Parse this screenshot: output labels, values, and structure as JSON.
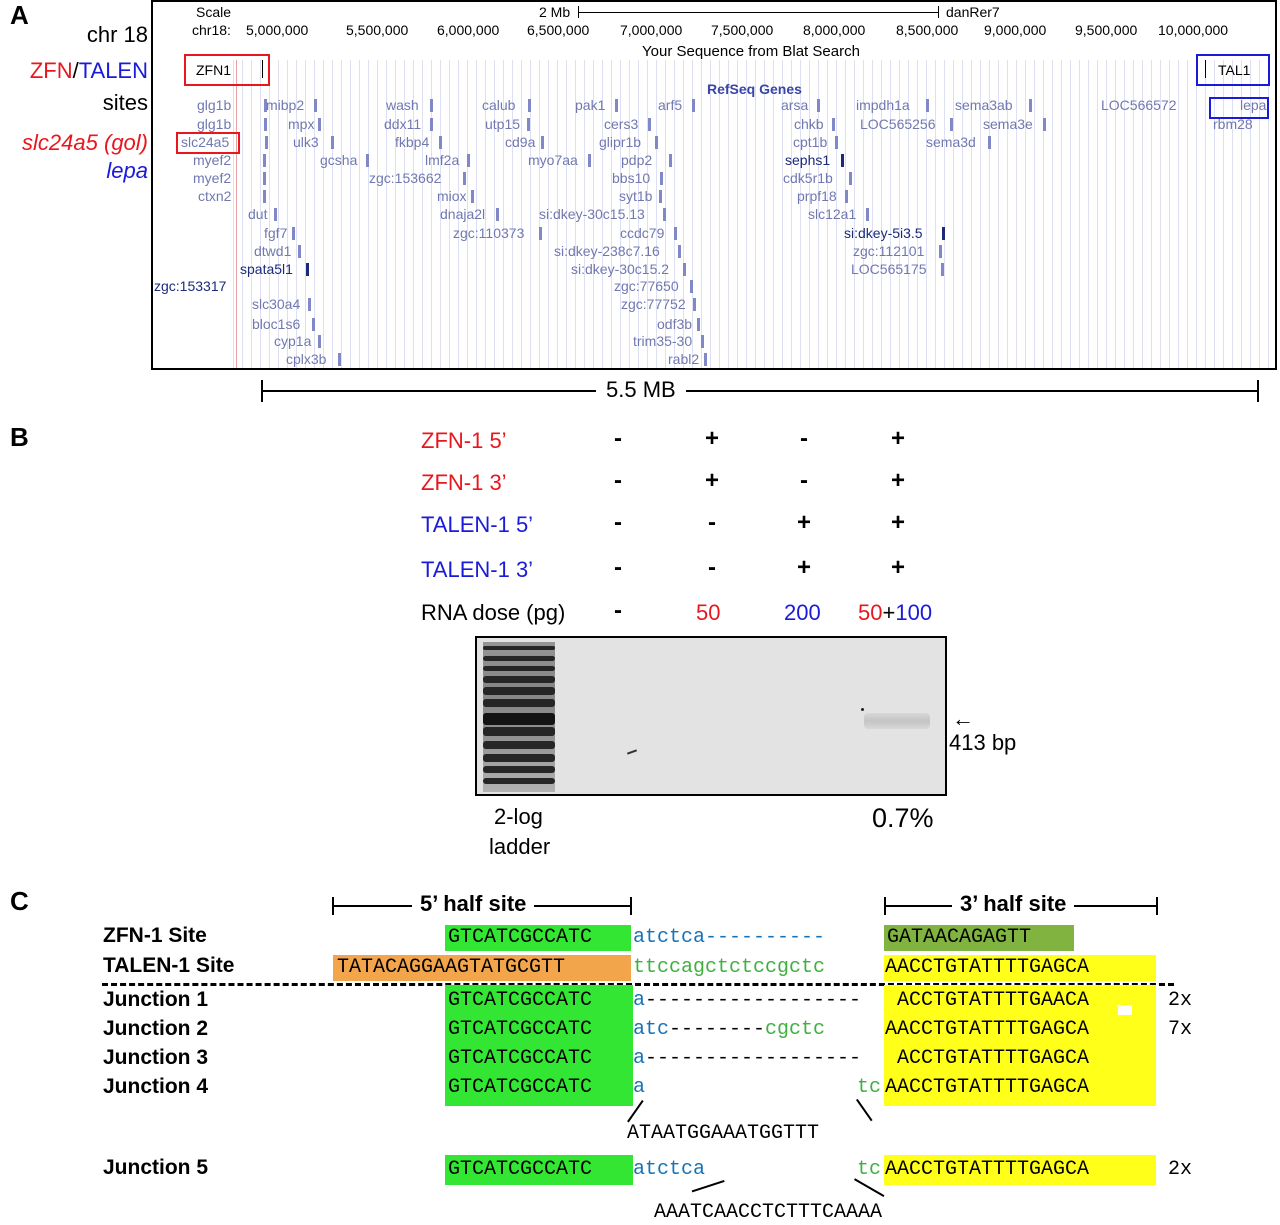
{
  "panelA": {
    "label": "A",
    "left_labels": {
      "chr": "chr 18",
      "zfn": "ZFN",
      "slash": "/",
      "talen": "TALEN",
      "sites": "sites",
      "gene1": "slc24a5 (gol)",
      "gene2": "lepa"
    },
    "browser": {
      "scale": "Scale",
      "chrom": "chr18:",
      "scale_bar_label": "2 Mb",
      "assembly": "danRer7",
      "ticks": [
        "5,000,000",
        "5,500,000",
        "6,000,000",
        "6,500,000",
        "7,000,000",
        "7,500,000",
        "8,000,000",
        "8,500,000",
        "9,000,000",
        "9,500,000",
        "10,000,000"
      ],
      "track_title": "Your Sequence from Blat Search",
      "blat_left": "ZFN1",
      "blat_right": "TAL1",
      "refseq": "RefSeq Genes",
      "genes": [
        "glg1b",
        "glg1b",
        "slc24a5",
        "myef2",
        "myef2",
        "ctxn2",
        "mibp2",
        "mpx",
        "ulk3",
        "dut",
        "fgf7",
        "dtwd1",
        "spata5l1",
        "zgc:153317",
        "slc30a4",
        "bloc1s6",
        "cyp1a",
        "cplx3b",
        "gcsha",
        "wash",
        "ddx11",
        "fkbp4",
        "zgc:153662",
        "lmf2a",
        "miox",
        "dnaja2l",
        "zgc:110373",
        "calub",
        "utp15",
        "cd9a",
        "myo7aa",
        "si:dkey-30c15.13",
        "si:dkey-238c7.16",
        "si:dkey-30c15.2",
        "pak1",
        "cers3",
        "glipr1b",
        "pdp2",
        "bbs10",
        "syt1b",
        "ccdc79",
        "zgc:77650",
        "zgc:77752",
        "odf3b",
        "trim35-30",
        "rabl2",
        "arf5",
        "arsa",
        "chkb",
        "cpt1b",
        "sephs1",
        "cdk5r1b",
        "prpf18",
        "slc12a1",
        "si:dkey-5i3.5",
        "zgc:112101",
        "LOC565175",
        "impdh1a",
        "LOC565256",
        "sema3ab",
        "sema3e",
        "sema3d",
        "LOC566572",
        "lepa",
        "rbm28"
      ]
    },
    "span_label": "5.5 MB"
  },
  "panelB": {
    "label": "B",
    "rows": [
      {
        "name": "ZFN-1 5’",
        "vals": [
          "-",
          "+",
          "-",
          "+"
        ]
      },
      {
        "name": "ZFN-1 3’",
        "vals": [
          "-",
          "+",
          "-",
          "+"
        ]
      },
      {
        "name": "TALEN-1 5’",
        "vals": [
          "-",
          "-",
          "+",
          "+"
        ]
      },
      {
        "name": "TALEN-1 3’",
        "vals": [
          "-",
          "-",
          "+",
          "+"
        ]
      }
    ],
    "dose_label": "RNA dose (pg)",
    "doses": [
      "-",
      "50",
      "200",
      "50",
      "+",
      "100"
    ],
    "band_label": "413 bp",
    "ladder": [
      "2-log",
      "ladder"
    ],
    "percent": "0.7%",
    "colors": {
      "zfn": "#e8171e",
      "talen": "#1a1adb"
    }
  },
  "panelC": {
    "label": "C",
    "half5": "5’ half site",
    "half3": "3’ half site",
    "zfn": {
      "label": "ZFN-1 Site",
      "left": "GTCATCGCCATC",
      "spacer": "atctca",
      "dashes": "----------",
      "right": "GATAACAGAGTT"
    },
    "talen": {
      "label": "TALEN-1 Site",
      "left": "TATACAGGAAGTATGCGTT",
      "spacer": "ttccagctctccgctc",
      "right": "AACCTGTATTTTGAGCA"
    },
    "junctions": [
      {
        "label": "Junction 1",
        "left": "GTCATCGCCATC",
        "a": "a",
        "dashes": "------------------",
        "right": "ACCTGTATTTTGAACA",
        "count": "2x"
      },
      {
        "label": "Junction 2",
        "left": "GTCATCGCCATC",
        "a": "atc",
        "dashes": "--------",
        "b": "cgctc",
        "right": "AACCTGTATTTTGAGCA",
        "count": "7x"
      },
      {
        "label": "Junction 3",
        "left": "GTCATCGCCATC",
        "a": "a",
        "dashes": "------------------",
        "right": "ACCTGTATTTTGAGCA",
        "count": ""
      },
      {
        "label": "Junction 4",
        "left": "GTCATCGCCATC",
        "a": "a",
        "b": "tc",
        "right": "AACCTGTATTTTGAGCA",
        "insert": "ATAATGGAAATGGTTT"
      },
      {
        "label": "Junction 5",
        "left": "GTCATCGCCATC",
        "a": "atctca",
        "b": "tc",
        "right": "AACCTGTATTTTGAGCA",
        "count": "2x",
        "insert": "AAATCAACCTCTTTCAAAA"
      }
    ]
  }
}
